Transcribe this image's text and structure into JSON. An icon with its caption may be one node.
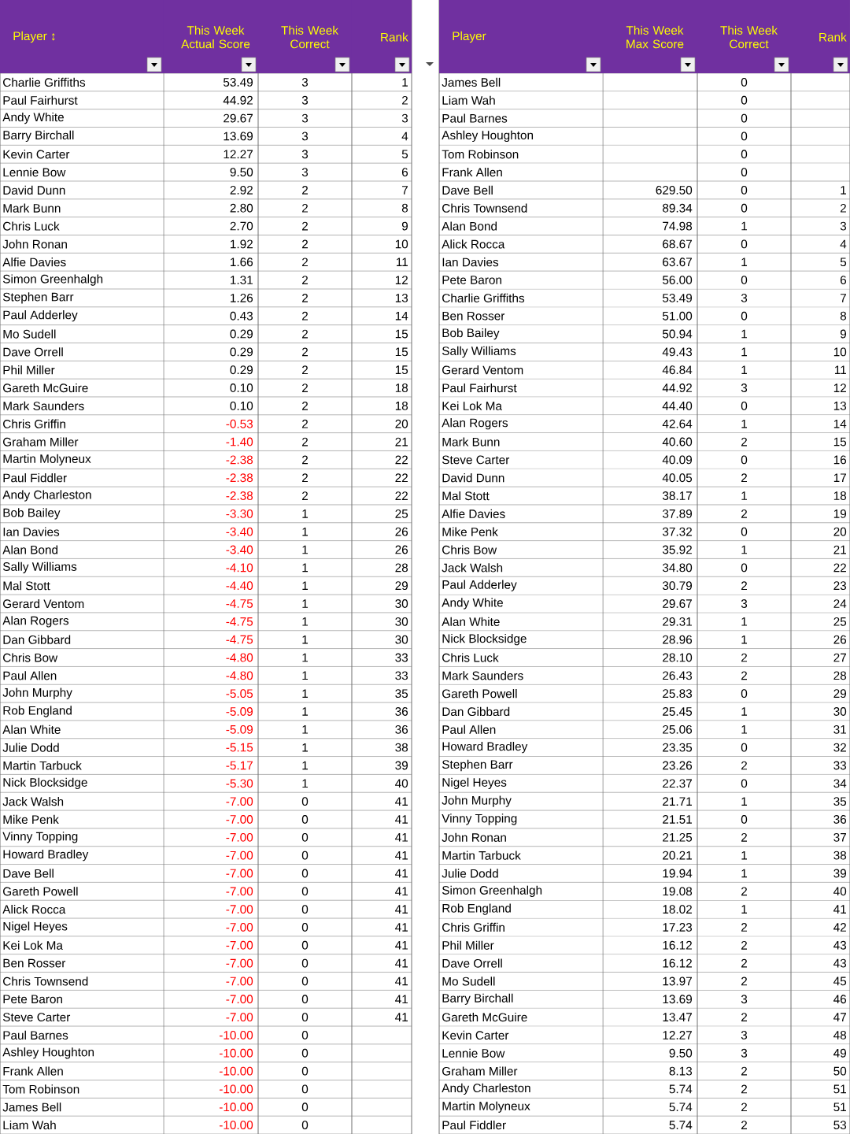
{
  "diagram": {
    "labels": [
      "Player ↕",
      "This Week Actual Score",
      "This Week Correct",
      "Rank",
      "Charlie Griffiths",
      "53.49",
      "3",
      "1",
      "Paul Fairhurst",
      "44.92",
      "3",
      "2",
      "Andy White",
      "29.67",
      "3",
      "3",
      "Barry Birchall",
      "13.69",
      "3",
      "4",
      "Kevin Carter",
      "12.27",
      "3",
      "5",
      "Lennie Bow",
      "9.50",
      "3",
      "6",
      "David Dunn",
      "2.92",
      "2",
      "7",
      "Mark Bunn",
      "2.80",
      "2",
      "8",
      "Chris Luck",
      "2.70",
      "2",
      "9",
      "John Ronan",
      "1.92",
      "2",
      "10",
      "Alfie Davies",
      "1.66",
      "2",
      "11",
      "Simon Greenhalgh",
      "1.31",
      "2",
      "12",
      "Stephen Barr",
      "1.26",
      "2",
      "13",
      "Paul Adderley",
      "0.43",
      "2",
      "14",
      "Mo Sudell",
      "0.29",
      "2",
      "15",
      "Dave Orrell",
      "0.29",
      "2",
      "15",
      "Phil Miller",
      "0.29",
      "2",
      "15",
      "Gareth McGuire",
      "0.10",
      "2",
      "18",
      "Mark Saunders",
      "0.10",
      "2",
      "18",
      "Chris Griffin",
      "-0.53",
      "2",
      "20",
      "Graham Miller",
      "-1.40",
      "2",
      "21",
      "Martin Molyneux",
      "-2.38",
      "2",
      "22",
      "Paul Fiddler",
      "-2.38",
      "2",
      "22",
      "Andy Charleston",
      "-2.38",
      "2",
      "22",
      "Bob Bailey",
      "-3.30",
      "1",
      "25",
      "Ian Davies",
      "-3.40",
      "1",
      "26",
      "Alan Bond",
      "-3.40",
      "1",
      "26",
      "Sally Williams",
      "-4.10",
      "1",
      "28",
      "Mal Stott",
      "-4.40",
      "1",
      "29",
      "Gerard Ventom",
      "-4.75",
      "1",
      "30",
      "Alan Rogers",
      "-4.75",
      "1",
      "30",
      "Dan Gibbard",
      "-4.75",
      "1",
      "30",
      "Chris Bow",
      "-4.80",
      "1",
      "33",
      "Paul Allen",
      "-4.80",
      "1",
      "33",
      "John Murphy",
      "-5.05",
      "1",
      "35",
      "Rob England",
      "-5.09",
      "1",
      "36",
      "Alan White",
      "-5.09",
      "1",
      "36",
      "Julie Dodd",
      "-5.15",
      "1",
      "38",
      "Martin Tarbuck",
      "-5.17",
      "1",
      "39",
      "Nick Blocksidge",
      "-5.30",
      "1",
      "40",
      "Jack Walsh",
      "-7.00",
      "0",
      "41",
      "Mike Penk",
      "-7.00",
      "0",
      "41",
      "Vinny Topping",
      "-7.00",
      "0",
      "41",
      "Howard Bradley",
      "-7.00",
      "0",
      "41",
      "Dave Bell",
      "-7.00",
      "0",
      "41",
      "Gareth Powell",
      "-7.00",
      "0",
      "41",
      "Alick Rocca",
      "-7.00",
      "0",
      "41",
      "Nigel Heyes",
      "-7.00",
      "0",
      "41",
      "Kei Lok Ma",
      "-7.00",
      "0",
      "41",
      "Ben Rosser",
      "-7.00",
      "0",
      "41",
      "Chris Townsend",
      "-7.00",
      "0",
      "41",
      "Pete Baron",
      "-7.00",
      "0",
      "41",
      "Steve Carter",
      "-7.00",
      "0",
      "41",
      "Paul Barnes",
      "-10.00",
      "0",
      "Ashley Houghton",
      "-10.00",
      "0",
      "Frank Allen",
      "-10.00",
      "0",
      "Tom Robinson",
      "-10.00",
      "0",
      "James Bell",
      "-10.00",
      "0",
      "Liam Wah",
      "-10.00",
      "0",
      "Player",
      "This Week Max Score",
      "This Week Correct",
      "Rank",
      "James Bell",
      "0",
      "Liam Wah",
      "0",
      "Paul Barnes",
      "0",
      "Ashley Houghton",
      "0",
      "Tom Robinson",
      "0",
      "Frank Allen",
      "0",
      "Dave Bell",
      "629.50",
      "0",
      "1",
      "Chris Townsend",
      "89.34",
      "0",
      "2",
      "Alan Bond",
      "74.98",
      "1",
      "3",
      "Alick Rocca",
      "68.67",
      "0",
      "4",
      "Ian Davies",
      "63.67",
      "1",
      "5",
      "Pete Baron",
      "56.00",
      "0",
      "6",
      "Charlie Griffiths",
      "53.49",
      "3",
      "7",
      "Ben Rosser",
      "51.00",
      "0",
      "8",
      "Bob Bailey",
      "50.94",
      "1",
      "9",
      "Sally Williams",
      "49.43",
      "1",
      "10",
      "Gerard Ventom",
      "46.84",
      "1",
      "11",
      "Paul Fairhurst",
      "44.92",
      "3",
      "12",
      "Kei Lok Ma",
      "44.40",
      "0",
      "13",
      "Alan Rogers",
      "42.64",
      "1",
      "14",
      "Mark Bunn",
      "40.60",
      "2",
      "15",
      "Steve Carter",
      "40.09",
      "0",
      "16",
      "David Dunn",
      "40.05",
      "2",
      "17",
      "Mal Stott",
      "38.17",
      "1",
      "18",
      "Alfie Davies",
      "37.89",
      "2",
      "19",
      "Mike Penk",
      "37.32",
      "0",
      "20",
      "Chris Bow",
      "35.92",
      "1",
      "21",
      "Jack Walsh",
      "34.80",
      "0",
      "22",
      "Paul Adderley",
      "30.79",
      "2",
      "23",
      "Andy White",
      "29.67",
      "3",
      "24",
      "Alan White",
      "29.31",
      "1",
      "25",
      "Nick Blocksidge",
      "28.96",
      "1",
      "26",
      "Chris Luck",
      "28.10",
      "2",
      "27",
      "Mark Saunders",
      "26.43",
      "2",
      "28",
      "Gareth Powell",
      "25.83",
      "0",
      "29",
      "Dan Gibbard",
      "25.45",
      "1",
      "30",
      "Paul Allen",
      "25.06",
      "1",
      "31",
      "Howard Bradley",
      "23.35",
      "0",
      "32",
      "Stephen Barr",
      "23.26",
      "2",
      "33",
      "Nigel Heyes",
      "22.37",
      "0",
      "34",
      "John Murphy",
      "21.71",
      "1",
      "35",
      "Vinny Topping",
      "21.51",
      "0",
      "36",
      "John Ronan",
      "21.25",
      "2",
      "37",
      "Martin Tarbuck",
      "20.21",
      "1",
      "38",
      "Julie Dodd",
      "19.94",
      "1",
      "39",
      "Simon Greenhalgh",
      "19.08",
      "2",
      "40",
      "Rob England",
      "18.02",
      "1",
      "41",
      "Chris Griffin",
      "17.23",
      "2",
      "42",
      "Phil Miller",
      "16.12",
      "2",
      "43",
      "Dave Orrell",
      "16.12",
      "2",
      "43",
      "Mo Sudell",
      "13.97",
      "2",
      "45",
      "Barry Birchall",
      "13.69",
      "3",
      "46",
      "Gareth McGuire",
      "13.47",
      "2",
      "47",
      "Kevin Carter",
      "12.27",
      "3",
      "48",
      "Lennie Bow",
      "9.50",
      "3",
      "49",
      "Graham Miller",
      "8.13",
      "2",
      "50",
      "Andy Charleston",
      "5.74",
      "2",
      "51",
      "Martin Molyneux",
      "5.74",
      "2",
      "51",
      "Paul Fiddler",
      "5.74",
      "2",
      "53"
    ]
  }
}
